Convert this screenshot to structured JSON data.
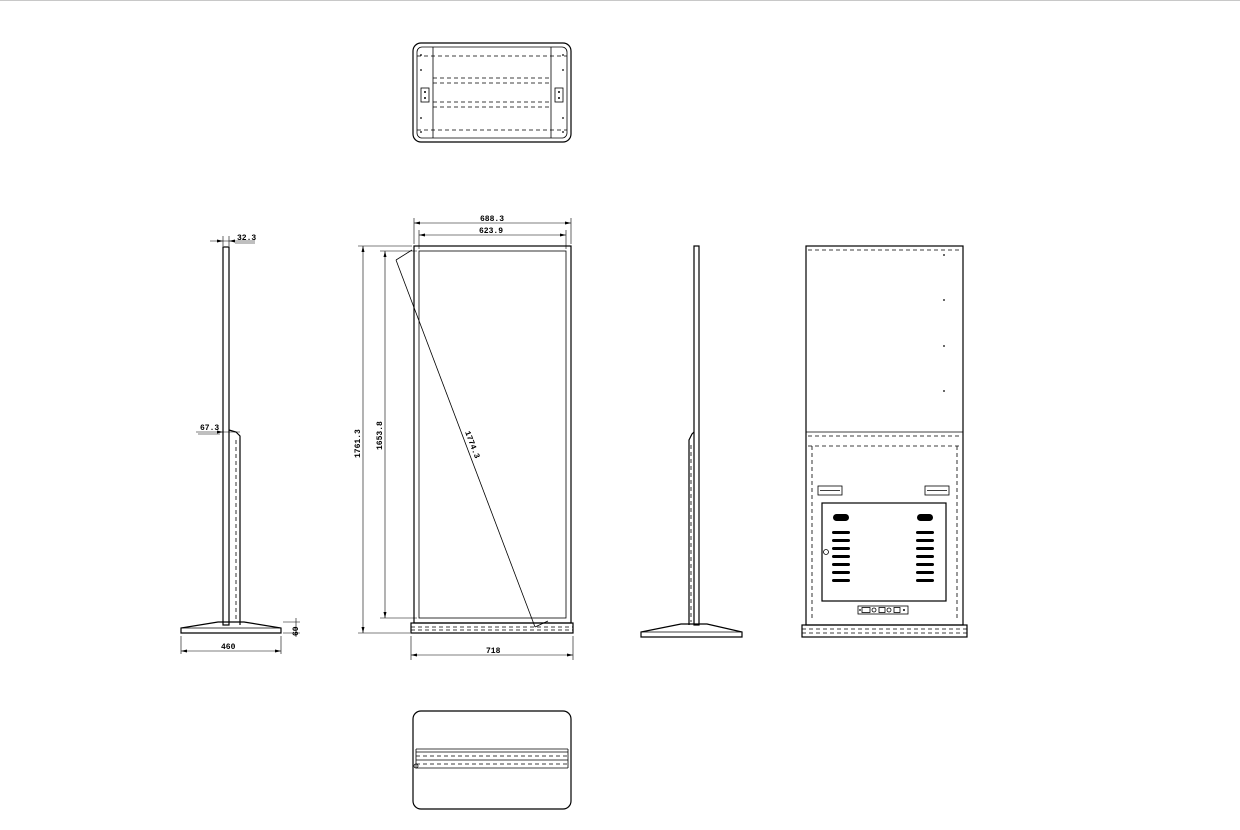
{
  "dimensions": {
    "overall_width_top": "688.3",
    "screen_width": "623.9",
    "overall_height": "1761.3",
    "screen_height": "1653.8",
    "diagonal": "1774.3",
    "base_width": "718",
    "depth_top": "32.3",
    "depth_mid": "67.3",
    "base_depth": "460",
    "base_height": "60"
  }
}
